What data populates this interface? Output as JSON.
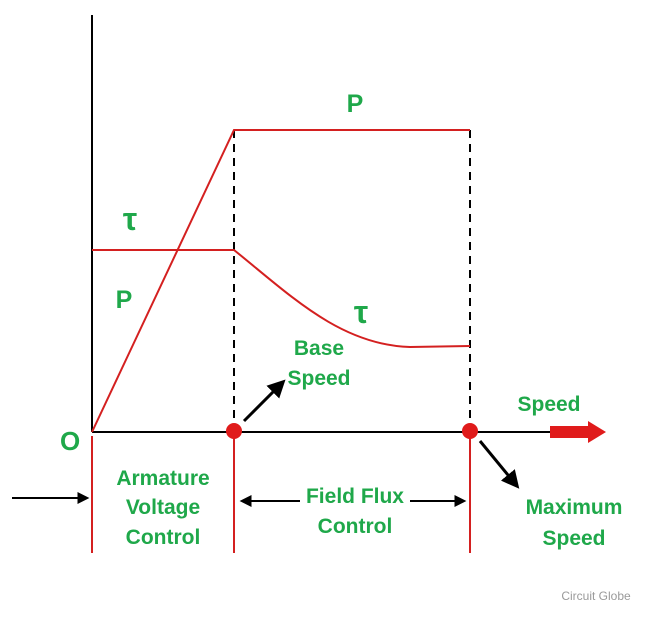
{
  "labels": {
    "origin": "O",
    "x_axis": "Speed",
    "power_top": "P",
    "power_left": "P",
    "torque_left": "τ",
    "torque_right": "τ",
    "base_speed_line1": "Base",
    "base_speed_line2": "Speed",
    "armature_line1": "Armature",
    "armature_line2": "Voltage",
    "armature_line3": "Control",
    "field_line1": "Field Flux",
    "field_line2": "Control",
    "max_speed_line1": "Maximum",
    "max_speed_line2": "Speed"
  },
  "watermark": "Circuit Globe",
  "colors": {
    "curve": "#d42020",
    "axis": "#000000",
    "label": "#1fa84a",
    "marker": "#e01b1b",
    "watermark": "#9a9a9a"
  }
}
